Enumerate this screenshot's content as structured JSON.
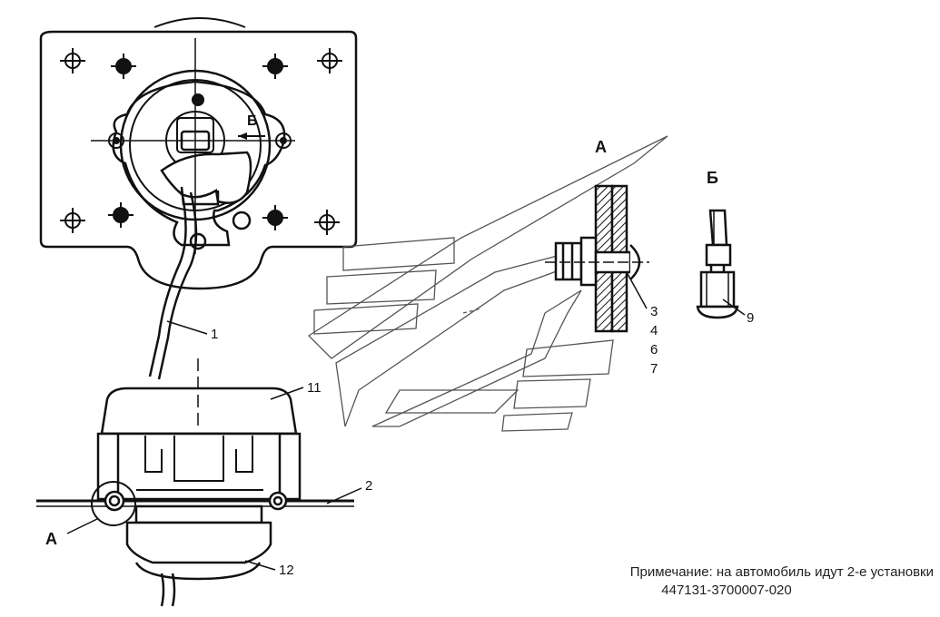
{
  "views": {
    "view_a_label": "А",
    "view_b_label": "Б",
    "marker_a": "А",
    "marker_b": "Б"
  },
  "callouts": {
    "c1": "1",
    "c2": "2",
    "c3": "3",
    "c4": "4",
    "c6": "6",
    "c7": "7",
    "c9": "9",
    "c11": "11",
    "c12": "12"
  },
  "note": {
    "line1": "Примечание: на автомобиль идут 2-е установки",
    "line2": "447131-3700007-020"
  }
}
